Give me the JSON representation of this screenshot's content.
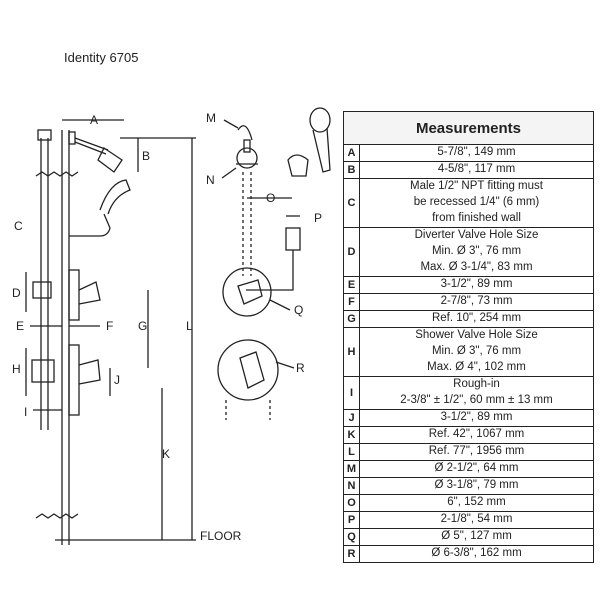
{
  "title": "Identity 6705",
  "diagram": {
    "labels": [
      "A",
      "B",
      "C",
      "D",
      "E",
      "F",
      "G",
      "H",
      "I",
      "J",
      "K",
      "L",
      "M",
      "N",
      "O",
      "P",
      "Q",
      "R"
    ],
    "floor_label": "FLOOR"
  },
  "table": {
    "heading": "Measurements",
    "rows": [
      {
        "letter": "A",
        "lines": [
          "5-7/8\", 149 mm"
        ]
      },
      {
        "letter": "B",
        "lines": [
          "4-5/8\", 117 mm"
        ]
      },
      {
        "letter": "C",
        "lines": [
          "Male 1/2\" NPT fitting must",
          "be recessed 1/4\" (6 mm)",
          "from finished wall"
        ]
      },
      {
        "letter": "D",
        "lines": [
          "Diverter Valve Hole Size",
          "Min. Ø 3\", 76 mm",
          "Max. Ø 3-1/4\", 83 mm"
        ]
      },
      {
        "letter": "E",
        "lines": [
          "3-1/2\", 89 mm"
        ]
      },
      {
        "letter": "F",
        "lines": [
          "2-7/8\", 73 mm"
        ]
      },
      {
        "letter": "G",
        "lines": [
          "Ref. 10\", 254 mm"
        ]
      },
      {
        "letter": "H",
        "lines": [
          "Shower Valve Hole Size",
          "Min. Ø 3\", 76 mm",
          "Max. Ø 4\", 102 mm"
        ]
      },
      {
        "letter": "I",
        "lines": [
          "Rough-in",
          "2-3/8\" ± 1/2\", 60 mm ± 13 mm"
        ]
      },
      {
        "letter": "J",
        "lines": [
          "3-1/2\", 89 mm"
        ]
      },
      {
        "letter": "K",
        "lines": [
          "Ref. 42\", 1067 mm"
        ]
      },
      {
        "letter": "L",
        "lines": [
          "Ref. 77\", 1956 mm"
        ]
      },
      {
        "letter": "M",
        "lines": [
          "Ø 2-1/2\", 64 mm"
        ]
      },
      {
        "letter": "N",
        "lines": [
          "Ø 3-1/8\", 79 mm"
        ]
      },
      {
        "letter": "O",
        "lines": [
          "6\", 152 mm"
        ]
      },
      {
        "letter": "P",
        "lines": [
          "2-1/8\", 54 mm"
        ]
      },
      {
        "letter": "Q",
        "lines": [
          "Ø 5\", 127 mm"
        ]
      },
      {
        "letter": "R",
        "lines": [
          "Ø 6-3/8\", 162 mm"
        ]
      }
    ]
  }
}
